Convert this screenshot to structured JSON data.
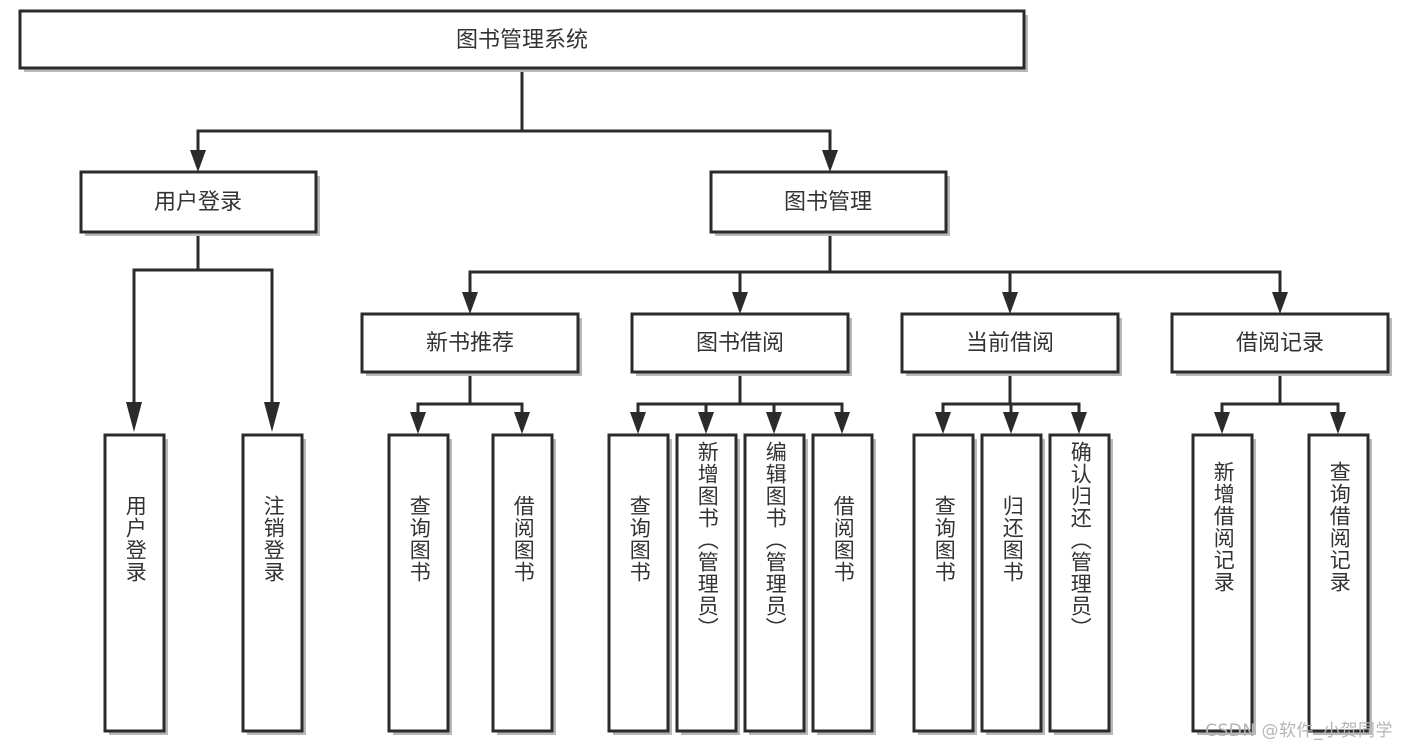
{
  "diagram": {
    "type": "tree-hierarchy-chart",
    "title": "图书管理系统",
    "watermark": "CSDN @软件_小贺同学",
    "colors": {
      "background": "#ffffff",
      "box_stroke": "#2b2b2b",
      "box_fill": "#ffffff",
      "text": "#333333",
      "shadow": "#b8b8b8",
      "watermark": "#b5b5b5"
    },
    "root": {
      "label": "图书管理系统",
      "level": 0
    },
    "level2": [
      {
        "label": "用户登录"
      },
      {
        "label": "图书管理"
      }
    ],
    "level3": [
      {
        "label": "新书推荐",
        "parent": "图书管理"
      },
      {
        "label": "图书借阅",
        "parent": "图书管理"
      },
      {
        "label": "当前借阅",
        "parent": "图书管理"
      },
      {
        "label": "借阅记录",
        "parent": "图书管理"
      }
    ],
    "leaves": {
      "user_login": [
        {
          "label": "用户登录"
        },
        {
          "label": "注销登录"
        }
      ],
      "new_book_recommend": [
        {
          "label": "查询图书"
        },
        {
          "label": "借阅图书"
        }
      ],
      "book_borrow": [
        {
          "label": "查询图书"
        },
        {
          "label": "新增图书（管理员）"
        },
        {
          "label": "编辑图书（管理员）"
        },
        {
          "label": "借阅图书"
        }
      ],
      "current_borrow": [
        {
          "label": "查询图书"
        },
        {
          "label": "归还图书"
        },
        {
          "label": "确认归还（管理员）"
        }
      ],
      "borrow_record": [
        {
          "label": "新增借阅记录"
        },
        {
          "label": "查询借阅记录"
        }
      ]
    }
  }
}
